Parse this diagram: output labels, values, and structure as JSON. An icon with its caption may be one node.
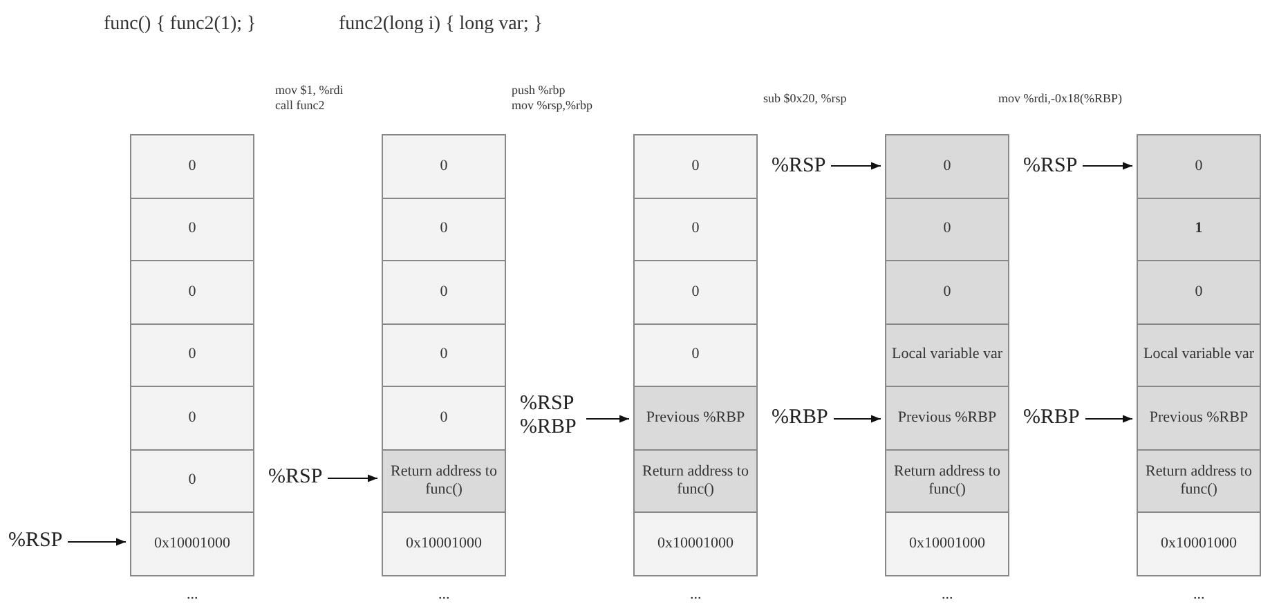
{
  "diagram": {
    "nodes": [
      {
        "text": [
          "%RSP"
        ]
      },
      {
        "text": [
          "0"
        ]
      },
      {
        "text": [
          "0"
        ]
      },
      {
        "text": [
          "0"
        ]
      },
      {
        "text": [
          "0"
        ]
      },
      {
        "text": [
          "0"
        ]
      },
      {
        "text": [
          "0"
        ]
      },
      {
        "text": [
          "0x10001000"
        ]
      },
      {
        "text": [
          "%RSP"
        ]
      },
      {
        "text": [
          "0"
        ]
      },
      {
        "text": [
          "0"
        ]
      },
      {
        "text": [
          "0"
        ]
      },
      {
        "text": [
          "0"
        ]
      },
      {
        "text": [
          "0"
        ]
      },
      {
        "text": [
          "Return address to func()"
        ]
      },
      {
        "text": [
          "0x10001000"
        ]
      },
      {
        "text": [
          "%RSP %RBP"
        ]
      },
      {
        "text": [
          "0"
        ]
      },
      {
        "text": [
          "0"
        ]
      },
      {
        "text": [
          "0"
        ]
      },
      {
        "text": [
          "0"
        ]
      },
      {
        "text": [
          "Previous %RBP"
        ]
      },
      {
        "text": [
          "Return address to func()"
        ]
      },
      {
        "text": [
          "0x10001000"
        ]
      },
      {
        "text": [
          "%RSP"
        ]
      },
      {
        "text": [
          "%RBP"
        ]
      },
      {
        "text": [
          "0"
        ]
      },
      {
        "text": [
          "0"
        ]
      },
      {
        "text": [
          "0"
        ]
      },
      {
        "text": [
          "Local variable var"
        ]
      },
      {
        "text": [
          "Previous %RBP"
        ]
      },
      {
        "text": [
          "Return address to func()"
        ]
      },
      {
        "text": [
          "0x10001000"
        ]
      },
      {
        "text": [
          "%RSP"
        ]
      },
      {
        "text": [
          "%RBP"
        ]
      },
      {
        "text": [
          "0"
        ]
      },
      {
        "text": [
          "1"
        ]
      },
      {
        "text": [
          "0"
        ]
      },
      {
        "text": [
          "Local variable var"
        ]
      },
      {
        "text": [
          "Previous %RBP"
        ]
      },
      {
        "text": [
          "Return address to func()"
        ]
      },
      {
        "text": [
          "0x10001000"
        ]
      }
    ],
    "edges": [
      {
        "from": 0,
        "to": 7,
        "arrow": "to"
      },
      {
        "from": 8,
        "to": 14,
        "arrow": "to"
      },
      {
        "from": 16,
        "to": 21,
        "arrow": "to"
      },
      {
        "from": 24,
        "to": 26,
        "arrow": "to"
      },
      {
        "from": 25,
        "to": 30,
        "arrow": "to"
      },
      {
        "from": 33,
        "to": 35,
        "arrow": "to"
      },
      {
        "from": 34,
        "to": 39,
        "arrow": "to"
      }
    ],
    "labels": [
      "func() { func2(1); }",
      "func2(long i) { long var; }",
      "mov $1, %rdi",
      "call func2",
      "push %rbp",
      "mov %rsp,%rbp",
      "sub $0x20, %rsp",
      "mov %rdi,-0x18(%RBP)",
      "...",
      "...",
      "...",
      "...",
      "..."
    ]
  }
}
